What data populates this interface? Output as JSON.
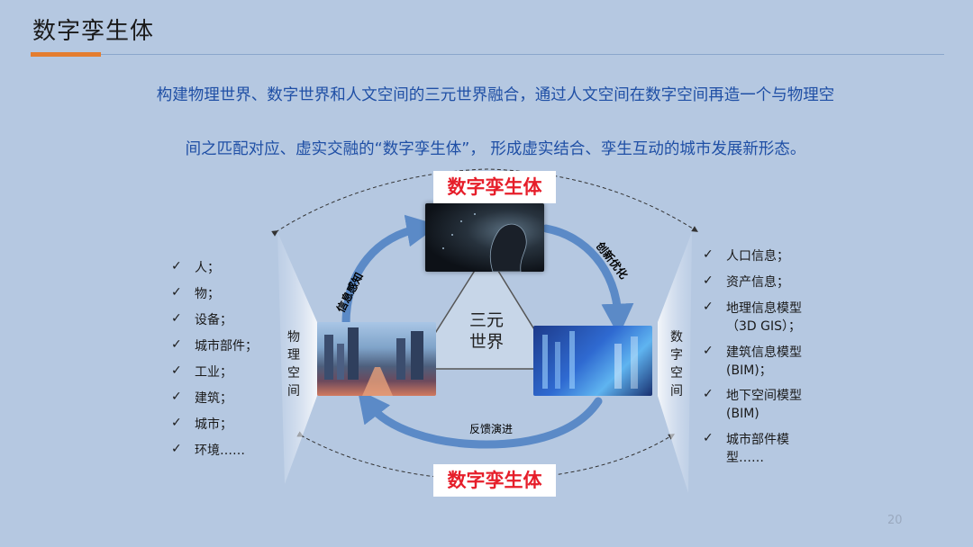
{
  "slide": {
    "title": "数字孪生体",
    "intro_line1": "构建物理世界、数字世界和人文空间的三元世界融合，通过人文空间在数字空间再造一个与物理空",
    "intro_line2": "间之匹配对应、虚实交融的“数字孪生体”， 形成虚实结合、孪生互动的城市发展新形态。",
    "page_number": "20"
  },
  "diagram": {
    "banner_top": "数字孪生体",
    "banner_bottom": "数字孪生体",
    "center_line1": "三元",
    "center_line2": "世界",
    "left_panel_label": [
      "物",
      "理",
      "空",
      "间"
    ],
    "right_panel_label": [
      "数",
      "字",
      "空",
      "间"
    ],
    "arc_left": "信息感知",
    "arc_right": "创新优化",
    "arc_bottom": "反馈演进",
    "left_list": [
      "人；",
      "物；",
      "设备；",
      "城市部件；",
      "工业；",
      "建筑；",
      "城市；",
      "环境……"
    ],
    "right_list": [
      [
        "人口信息；"
      ],
      [
        "资产信息；"
      ],
      [
        "地理信息模型",
        "（3D GIS）；"
      ],
      [
        "建筑信息模型",
        "(BIM)；"
      ],
      [
        "地下空间模型",
        "(BIM)"
      ],
      [
        "城市部件模",
        "型……"
      ]
    ],
    "check_mark": "✓"
  },
  "colors": {
    "background": "#b5c8e1",
    "accent_orange": "#e47d2f",
    "text_blue": "#1f4fa5",
    "accent_red": "#e61e2a"
  }
}
